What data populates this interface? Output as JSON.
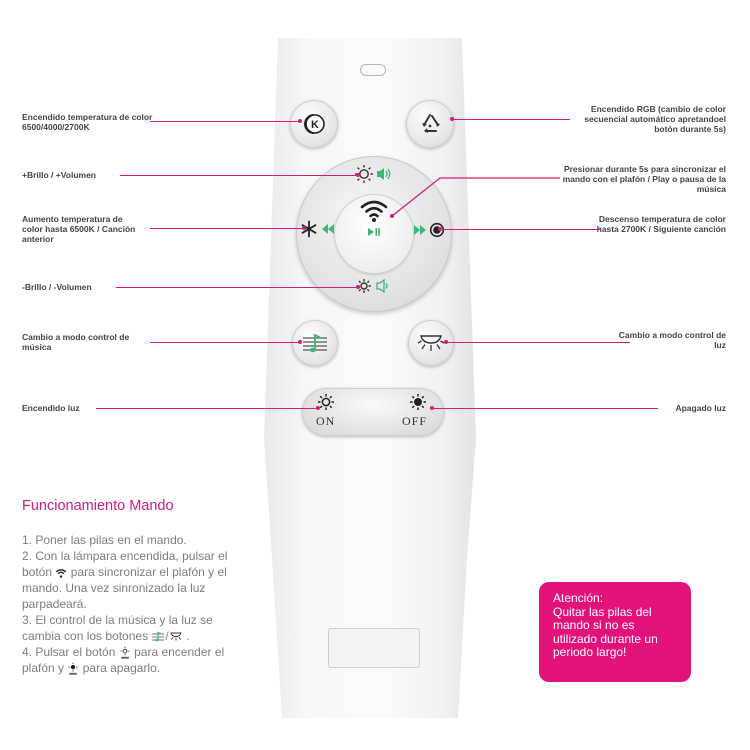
{
  "labels": {
    "temp_power": "Encendido temperatura de color 6500/4000/2700K",
    "rgb_power": "Encendido RGB (cambio de color secuencial automático apretandoel botón durante 5s)",
    "brightness_up": "+Brillo / +Volumen",
    "sync": "Presionar durante 5s para sincronizar el mando con el plafón / Play o pausa de la música",
    "temp_up": "Aumento temperatura de color hasta 6500K / Canción anterior",
    "temp_down": "Descenso temperatura de color hasta 2700K / Siguiente canción",
    "brightness_down": "-Brillo / -Volumen",
    "music_mode": "Cambio a modo control de música",
    "light_mode": "Cambio a modo control de luz",
    "light_on": "Encendido luz",
    "light_off": "Apagado luz"
  },
  "remote": {
    "on_text": "ON",
    "off_text": "OFF",
    "k_text": "K"
  },
  "instructions": {
    "title": "Funcionamiento Mando",
    "step1": "1. Poner las pilas en el mando.",
    "step2_a": "2. Con la lámpara encendida, pulsar el botón",
    "step2_b": "para sincronizar el plafón y el mando. Una vez sinronizado la luz parpadeará.",
    "step3_a": "3. El control de la música y la luz se cambia con los botones",
    "step3_b": ".",
    "step4_a": "4. Pulsar el botón",
    "step4_b": "para encender el plafón y",
    "step4_c": "para apagarlo.",
    "sep": "/"
  },
  "alert": {
    "heading": "Atención:",
    "body": "Quitar las pilas del mando si no es utilizado durante un periodo largo!"
  },
  "colors": {
    "accent": "#d41c7d",
    "alert_bg": "#e2127a",
    "green": "#3cb878",
    "text_gray": "#7d7d7d"
  },
  "icons": [
    "k-temperature-icon",
    "rgb-cycle-icon",
    "brightness-up-icon",
    "volume-up-icon",
    "wifi-sync-icon",
    "play-pause-icon",
    "snowflake-icon",
    "rewind-icon",
    "fast-forward-icon",
    "warm-dot-icon",
    "brightness-down-icon",
    "volume-down-icon",
    "music-icon",
    "ceiling-lamp-icon",
    "sun-on-icon",
    "sun-off-icon"
  ]
}
